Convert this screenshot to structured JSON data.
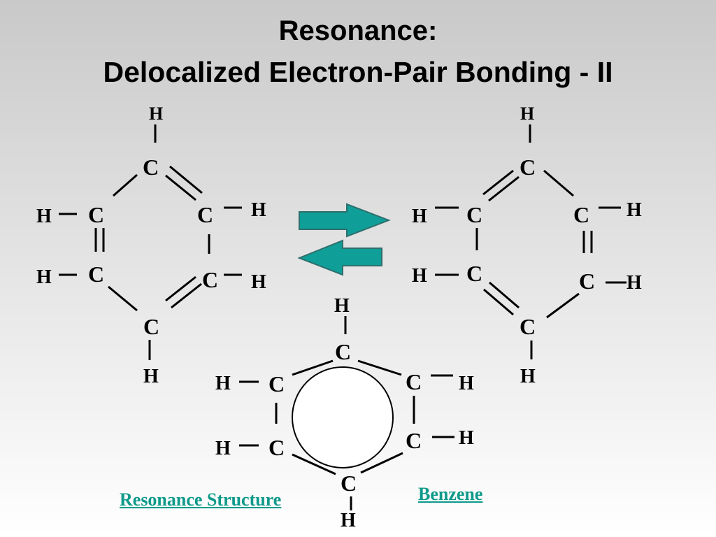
{
  "slide": {
    "title_line1": "Resonance:",
    "title_line2": "Delocalized Electron-Pair Bonding - II"
  },
  "atoms": {
    "carbon": "C",
    "hydrogen": "H"
  },
  "links": {
    "resonance_structure": "Resonance Structure",
    "benzene": "Benzene"
  },
  "colors": {
    "arrow_fill": "#0f9e98",
    "link_text": "#0e9a8a"
  },
  "icons": {
    "forward_arrow": "right-arrow-icon",
    "reverse_arrow": "left-arrow-icon"
  }
}
